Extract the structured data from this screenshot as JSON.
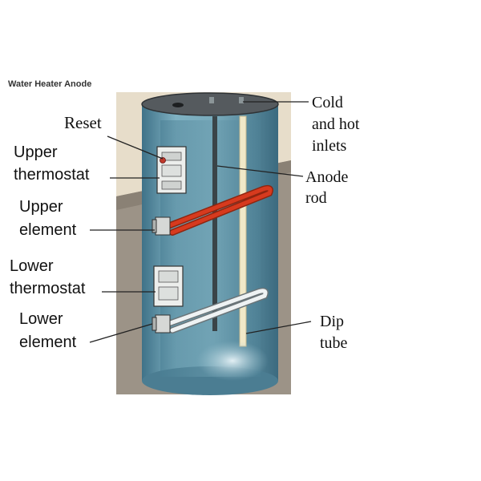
{
  "title": "Water Heater Anode",
  "labels": {
    "reset": "Reset",
    "upper_thermostat_1": "Upper",
    "upper_thermostat_2": "thermostat",
    "upper_element_1": "Upper",
    "upper_element_2": "element",
    "lower_thermostat_1": "Lower",
    "lower_thermostat_2": "thermostat",
    "lower_element_1": "Lower",
    "lower_element_2": "element",
    "inlets_1": "Cold",
    "inlets_2": "and hot",
    "inlets_3": "inlets",
    "anode_1": "Anode",
    "anode_2": "rod",
    "dip_1": "Dip",
    "dip_2": "tube"
  },
  "colors": {
    "tank": "#6fa1b3",
    "tank_dark": "#3e7085",
    "wall": "#e7ddca",
    "floor": "#9c9387",
    "element_upper": "#d73a1e",
    "element_lower": "#e8eef0"
  }
}
